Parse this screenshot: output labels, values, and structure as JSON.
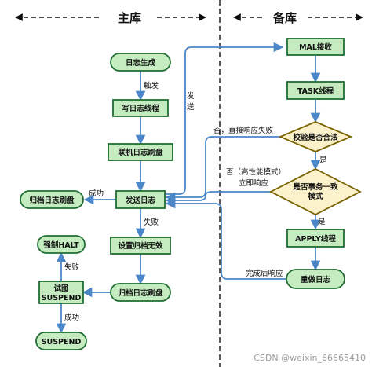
{
  "header": {
    "primary": "主库",
    "standby": "备库"
  },
  "nodes": {
    "log_gen": "日志生成",
    "write_thread": "写日志线程",
    "online_flush": "联机日志刷盘",
    "send_log": "发送日志",
    "archive_flush_left": "归档日志刷盘",
    "set_archive_invalid": "设置归档无效",
    "archive_flush_bottom": "归档日志刷盘",
    "force_halt": "强制HALT",
    "try_suspend": [
      "试图",
      "SUSPEND"
    ],
    "suspend": "SUSPEND",
    "mal_recv": "MAL接收",
    "task_thread": "TASK线程",
    "check_valid": "校验是否合法",
    "tx_consistent": [
      "是否事务一致",
      "模式"
    ],
    "apply_thread": "APPLY线程",
    "redo_log": "重做日志"
  },
  "edges": {
    "trigger": "触发",
    "send": [
      "发",
      "送"
    ],
    "fail_direct": "否，直接响应失败",
    "yes1": "是",
    "no_perf": [
      "否（高性能模式）",
      "立即响应"
    ],
    "yes2": "是",
    "success_left": "成功",
    "fail_down": "失败",
    "fail_up": "失败",
    "success_down": "成功",
    "done_resp": "完成后响应"
  },
  "colors": {
    "node_fill": "#c5ecc0",
    "node_stroke": "#1f6d32",
    "diamond_fill": "#fbf2cc",
    "diamond_stroke": "#7a6200",
    "arrow": "#4a86c8"
  },
  "watermark": "CSDN @weixin_66665410"
}
